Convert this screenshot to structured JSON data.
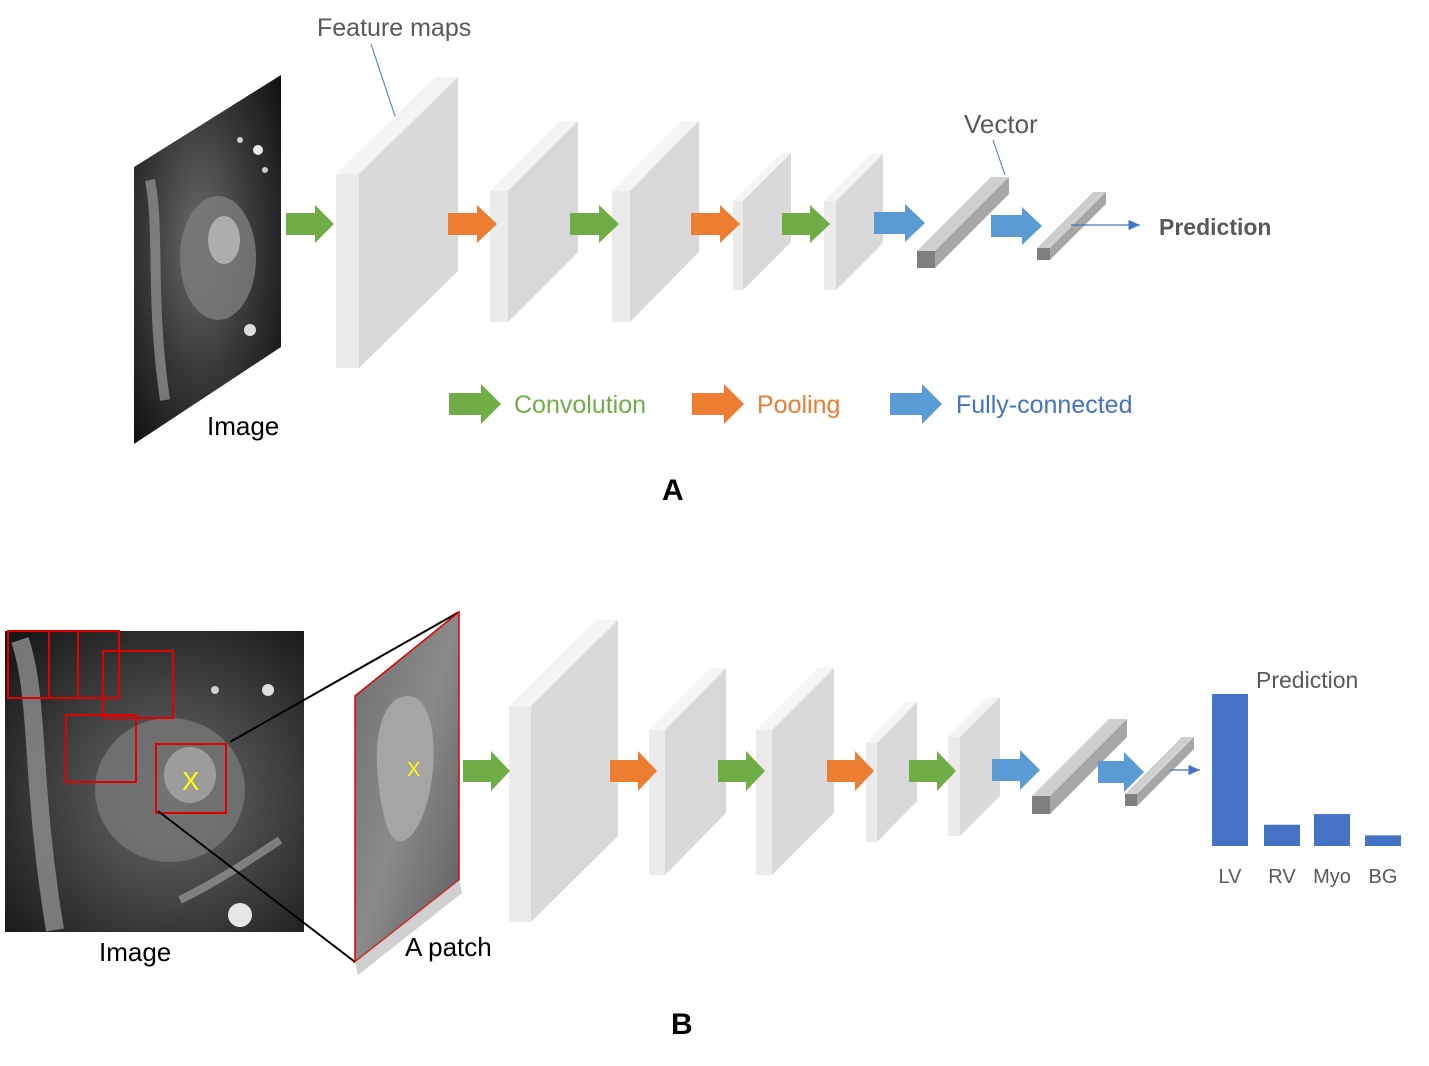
{
  "panel_a": {
    "label": "A",
    "image_label": "Image",
    "feature_maps_label": "Feature maps",
    "vector_label": "Vector",
    "prediction_label": "Prediction",
    "legend": [
      {
        "label": "Convolution",
        "color": "#70ad47"
      },
      {
        "label": "Pooling",
        "color": "#ed7d31"
      },
      {
        "label": "Fully-connected",
        "color": "#5b9bd5"
      }
    ]
  },
  "panel_b": {
    "label": "B",
    "image_label": "Image",
    "patch_label": "A patch",
    "patch_marker": "X",
    "prediction_label": "Prediction",
    "chart_data": {
      "type": "bar",
      "categories": [
        "LV",
        "RV",
        "Myo",
        "BG"
      ],
      "values": [
        1.0,
        0.14,
        0.21,
        0.07
      ],
      "title": "Prediction",
      "bar_color": "#4472c4"
    }
  },
  "colors": {
    "convolution": "#70ad47",
    "pooling": "#ed7d31",
    "fully_connected": "#5b9bd5",
    "feature_map": "#d9d9d9",
    "vector": "#a6a6a6",
    "crop_box": "#e00000",
    "marker": "#ffff00"
  }
}
